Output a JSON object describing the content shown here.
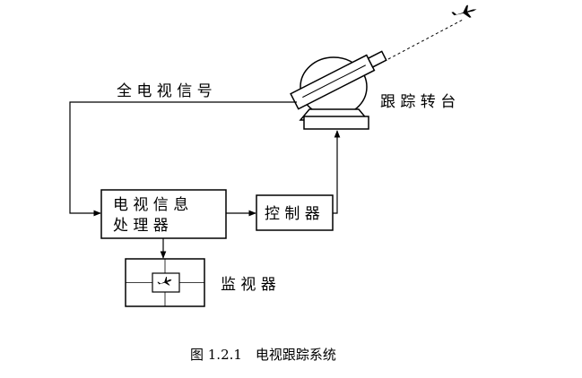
{
  "labels": {
    "full_tv_signal": "全 电 视 信 号",
    "tracking_turntable": "跟 踪 转 台",
    "tv_processor_line1": "电 视 信 息",
    "tv_processor_line2": "处   理   器",
    "controller": "控 制 器",
    "monitor": "监 视 器"
  },
  "caption": "图 1.2.1　电视跟踪系统"
}
